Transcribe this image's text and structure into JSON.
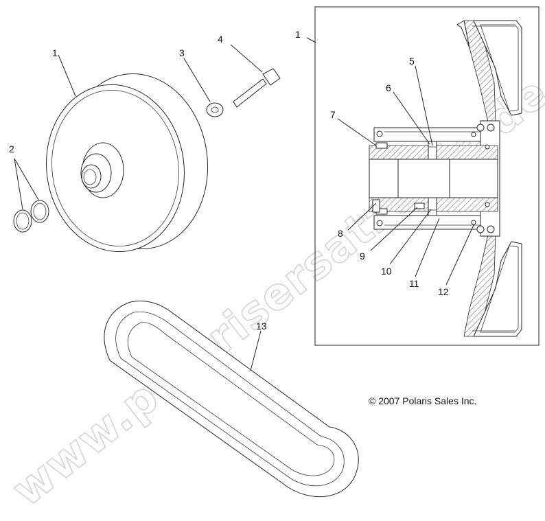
{
  "diagram": {
    "callouts": {
      "c1_pulley": "1",
      "c1_section": "1",
      "c2": "2",
      "c3": "3",
      "c4": "4",
      "c5": "5",
      "c6": "6",
      "c7": "7",
      "c8": "8",
      "c9": "9",
      "c10": "10",
      "c11": "11",
      "c12": "12",
      "c13": "13"
    },
    "copyright": "© 2007 Polaris Sales Inc.",
    "watermark": "www.polarisersatzteile.de"
  }
}
